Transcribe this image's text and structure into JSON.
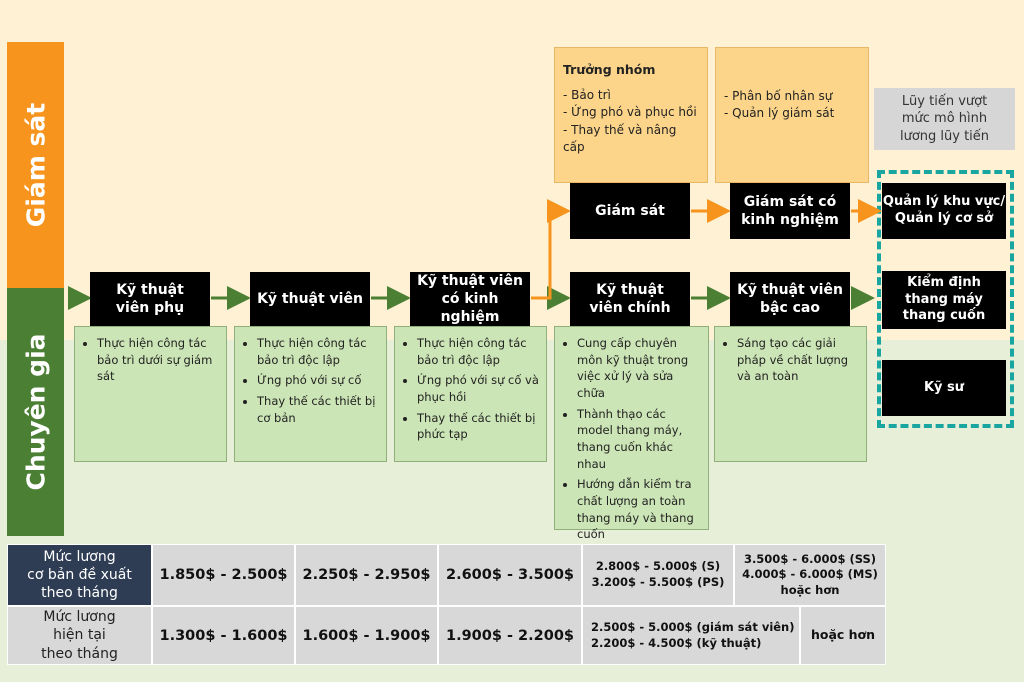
{
  "sidebar": {
    "supervision": "Giám sát",
    "expert": "Chuyên gia"
  },
  "colors": {
    "supervision": "#f7941d",
    "expert": "#4b7f34",
    "arrow_green": "#4b7f34",
    "arrow_orange": "#f7941d",
    "dashed": "#19a5a0",
    "header": "#2e3d54"
  },
  "roles": {
    "assistant_tech": "Kỹ thuật\nviên phụ",
    "tech": "Kỹ thuật viên",
    "experienced_tech": "Kỹ thuật viên\ncó kinh nghiệm",
    "chief_tech": "Kỹ thuật\nviên chính",
    "senior_tech": "Kỹ thuật viên\nbậc cao",
    "supervisor": "Giám sát",
    "experienced_supervisor": "Giám sát có\nkinh nghiệm",
    "area_manager": "Quản lý khu vực/\nQuản lý cơ sở",
    "inspector": "Kiểm định\nthang máy\nthang cuốn",
    "engineer": "Kỹ sư"
  },
  "beyond_label": "Lũy tiến vượt\nmức mô hình\nlương lũy tiến",
  "team_lead": {
    "title": "Trưởng nhóm",
    "items": [
      "- Bảo trì",
      "- Ứng phó và phục hồi",
      "- Thay thế và nâng cấp"
    ]
  },
  "exp_sup_duties": [
    "- Phân bố nhân sự",
    "- Quản lý giám sát"
  ],
  "duties": {
    "assistant_tech": [
      "Thực hiện công tác bảo trì dưới sự giám sát"
    ],
    "tech": [
      "Thực hiện công tác bảo trì độc lập",
      "Ứng phó với sự cố",
      "Thay thế các thiết bị cơ bản"
    ],
    "experienced_tech": [
      "Thực hiện công tác bảo trì độc lập",
      "Ứng phó với sự cố và phục hồi",
      "Thay thế các thiết bị phức tạp"
    ],
    "chief_tech": [
      "Cung cấp chuyên môn kỹ thuật trong việc xử lý và sửa chữa",
      "Thành thạo các model thang máy, thang cuốn khác nhau",
      "Hướng dẫn kiểm tra chất lượng an toàn thang máy và thang cuốn"
    ],
    "senior_tech": [
      "Sáng tạo các giải pháp về chất lượng và an toàn"
    ]
  },
  "salary": {
    "proposed_label": "Mức lương\ncơ bản đề xuất\ntheo tháng",
    "current_label": "Mức lương\nhiện tại\ntheo tháng",
    "proposed": [
      "1.850$ - 2.500$",
      "2.250$ - 2.950$",
      "2.600$ - 3.500$",
      "2.800$ - 5.000$ (S)\n3.200$ - 5.500$ (PS)",
      "3.500$ - 6.000$ (SS)\n4.000$ - 6.000$ (MS)\nhoặc hơn"
    ],
    "current": [
      "1.300$ - 1.600$",
      "1.600$ - 1.900$",
      "1.900$ - 2.200$",
      "2.500$ - 5.000$ (giám sát viên)\n2.200$ - 4.500$ (kỹ thuật)",
      "hoặc hơn"
    ]
  }
}
